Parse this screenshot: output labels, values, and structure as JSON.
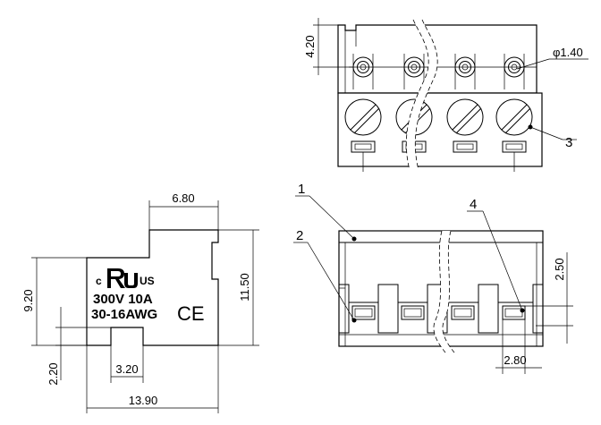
{
  "dimensions": {
    "d_4_20": "4.20",
    "d_hole_dia": "φ1.40",
    "d_6_80": "6.80",
    "d_9_20": "9.20",
    "d_11_50": "11.50",
    "d_3_20": "3.20",
    "d_2_20": "2.20",
    "d_13_90": "13.90",
    "d_2_50": "2.50",
    "d_2_80": "2.80"
  },
  "callouts": {
    "c1": "1",
    "c2": "2",
    "c3": "3",
    "c4": "4"
  },
  "markings": {
    "cert_c": "c",
    "cert_us": "US",
    "rating": "300V 10A",
    "wire": "30-16AWG",
    "ce": "CE"
  }
}
